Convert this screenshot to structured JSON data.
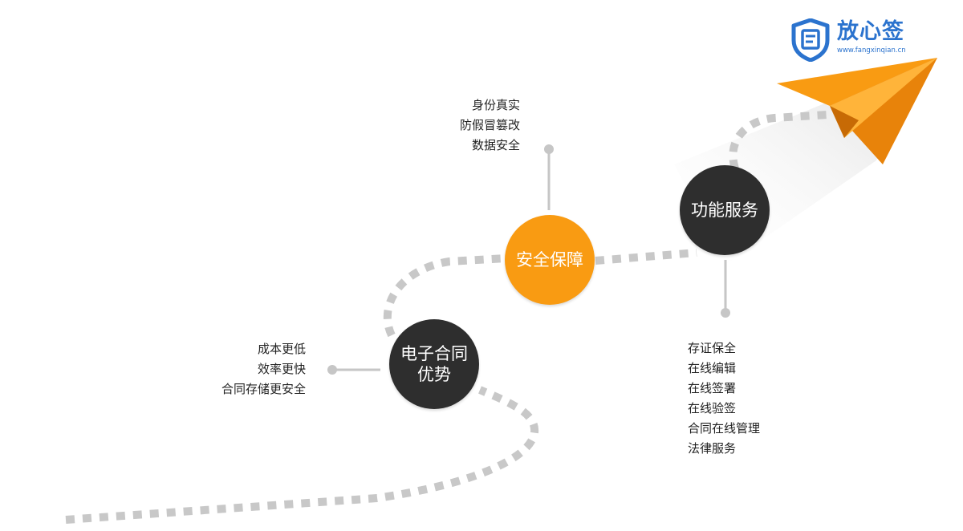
{
  "brand": {
    "name": "放心签",
    "url": "www.fangxinqian.cn",
    "icon": "shield-document-icon",
    "color": "#2b73ce"
  },
  "colors": {
    "accent_orange": "#f99b12",
    "node_dark": "#2e2e2e",
    "path_dash": "#c8c8c8",
    "connector": "#c6c6c6"
  },
  "nodes": {
    "advantage": {
      "label": "电子合同\n优势"
    },
    "security": {
      "label": "安全保障"
    },
    "services": {
      "label": "功能服务"
    }
  },
  "lists": {
    "advantage_points": [
      "成本更低",
      "效率更快",
      "合同存储更安全"
    ],
    "security_points": [
      "身份真实",
      "防假冒篡改",
      "数据安全"
    ],
    "service_points": [
      "存证保全",
      "在线编辑",
      "在线签署",
      "在线验签",
      "合同在线管理",
      "法律服务"
    ]
  }
}
